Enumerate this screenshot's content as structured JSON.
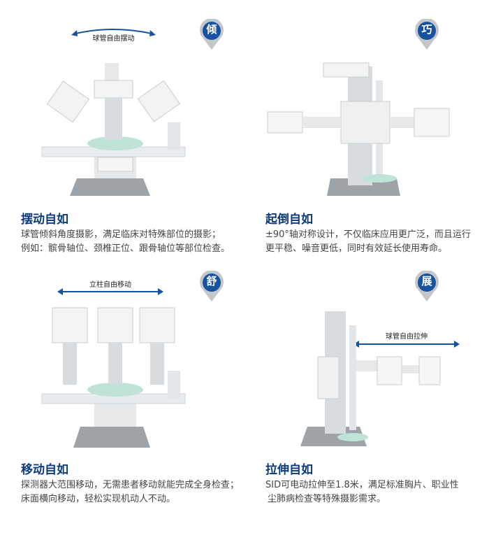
{
  "features": [
    {
      "badge": "倾",
      "arrow_label": "球管自由摆动",
      "title": "摆动自如",
      "lines": [
        "球管倾斜角度摄影，满足临床对特殊部位的摄影；",
        "例如：髌骨轴位、颈椎正位、跟骨轴位等部位检查。"
      ]
    },
    {
      "badge": "巧",
      "title": "起倒自如",
      "lines": [
        "±90°轴对称设计，不仅临床应用更广泛，而且运行",
        "更平稳、噪音更低，同时有效延长使用寿命。"
      ]
    },
    {
      "badge": "舒",
      "arrow_label": "立柱自由移动",
      "title": "移动自如",
      "lines": [
        "探测器大范围移动，无需患者移动就能完成全身检查；",
        "床面横向移动，轻松实现机动人不动。"
      ]
    },
    {
      "badge": "展",
      "arrow_label": "球管自由拉伸",
      "title": "拉伸自如",
      "lines": [
        "SID可电动拉伸至1.8米，满足标准胸片、职业性",
        "尘肺病检查等特殊摄影需求。"
      ]
    }
  ],
  "colors": {
    "title": "#0d3a7a",
    "badge": "#1553a0",
    "pin": "#c4c6c9",
    "accent": "#bfe3d6"
  }
}
